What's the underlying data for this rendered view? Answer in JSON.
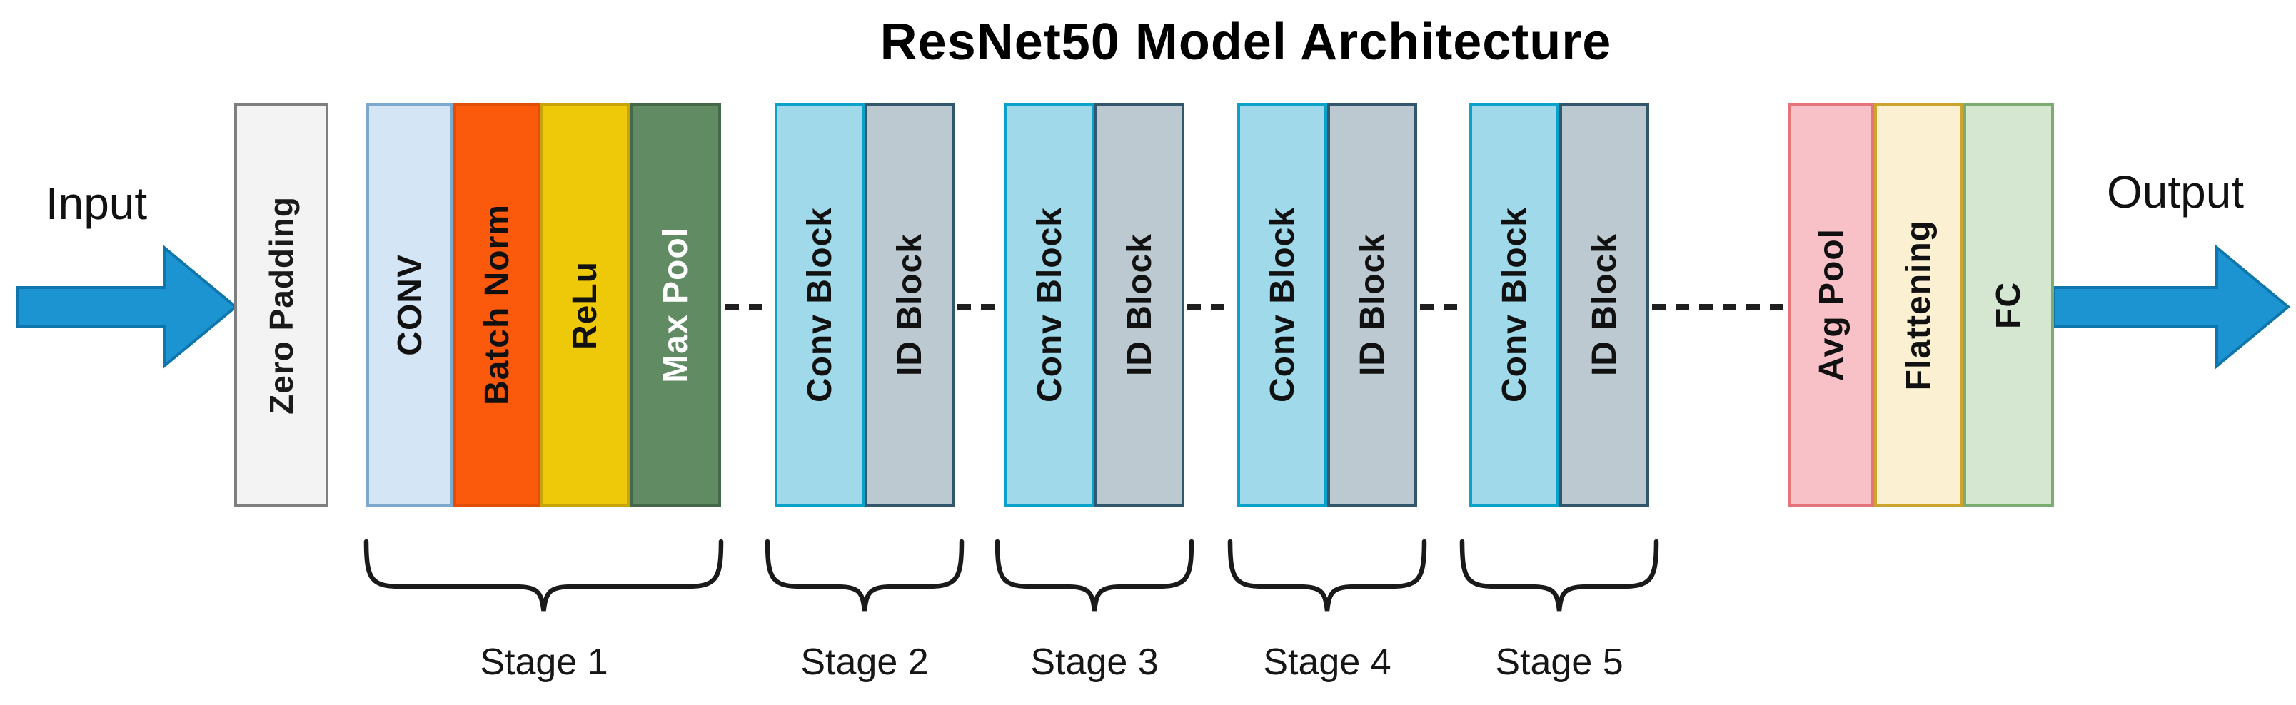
{
  "title": "ResNet50 Model Architecture",
  "input_label": "Input",
  "output_label": "Output",
  "zero_padding": {
    "label": "Zero Padding",
    "fill": "#f3f3f3",
    "border": "#7f7f7f",
    "text_color": "#1a1a1a"
  },
  "stage1": {
    "name": "Stage 1",
    "blocks": [
      {
        "label": "CONV",
        "fill": "#d4e6f5",
        "border": "#7ea9cf",
        "text_color": "#111111"
      },
      {
        "label": "Batch Norm",
        "fill": "#fb5a0d",
        "border": "#e04e07",
        "text_color": "#111111"
      },
      {
        "label": "ReLu",
        "fill": "#eec90a",
        "border": "#c7a408",
        "text_color": "#111111"
      },
      {
        "label": "Max Pool",
        "fill": "#618b62",
        "border": "#46684a",
        "text_color": "#ffffff"
      }
    ]
  },
  "residual_stages": [
    {
      "name": "Stage 2",
      "blocks": [
        {
          "label": "Conv Block",
          "fill": "#a0d9ea",
          "border": "#0aa2c9",
          "text_color": "#111111"
        },
        {
          "label": "ID Block",
          "fill": "#bdc9d1",
          "border": "#32576c",
          "text_color": "#111111"
        }
      ]
    },
    {
      "name": "Stage 3",
      "blocks": [
        {
          "label": "Conv Block",
          "fill": "#a0d9ea",
          "border": "#0aa2c9",
          "text_color": "#111111"
        },
        {
          "label": "ID Block",
          "fill": "#bdc9d1",
          "border": "#32576c",
          "text_color": "#111111"
        }
      ]
    },
    {
      "name": "Stage 4",
      "blocks": [
        {
          "label": "Conv Block",
          "fill": "#a0d9ea",
          "border": "#0aa2c9",
          "text_color": "#111111"
        },
        {
          "label": "ID Block",
          "fill": "#bdc9d1",
          "border": "#32576c",
          "text_color": "#111111"
        }
      ]
    },
    {
      "name": "Stage 5",
      "blocks": [
        {
          "label": "Conv Block",
          "fill": "#a0d9ea",
          "border": "#0aa2c9",
          "text_color": "#111111"
        },
        {
          "label": "ID Block",
          "fill": "#bdc9d1",
          "border": "#32576c",
          "text_color": "#111111"
        }
      ]
    }
  ],
  "head_blocks": [
    {
      "label": "Avg Pool",
      "fill": "#f8c0c7",
      "border": "#e4737c",
      "text_color": "#111111"
    },
    {
      "label": "Flattening",
      "fill": "#fbf1d2",
      "border": "#cda42e",
      "text_color": "#111111"
    },
    {
      "label": "FC",
      "fill": "#d5e7d1",
      "border": "#7cad70",
      "text_color": "#111111"
    }
  ],
  "colors": {
    "arrow_fill": "#1b94d1",
    "arrow_border": "#0f76ad",
    "dash": "#1f1f1f",
    "brace": "#1a1a1a",
    "title": "#000000"
  }
}
